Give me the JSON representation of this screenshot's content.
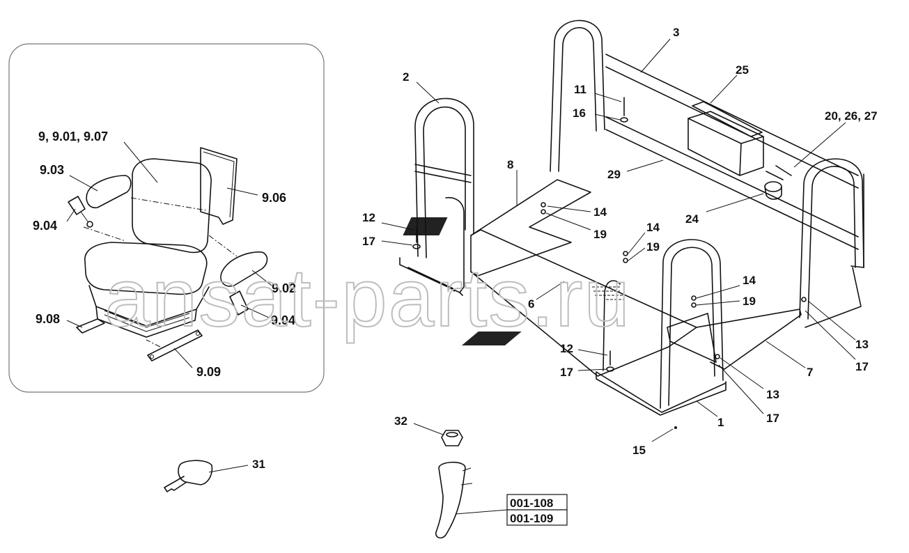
{
  "watermark": "ansat-parts.ru",
  "seat_callouts": {
    "seat": "9, 9.01, 9.07",
    "armrest_left": "9.03",
    "seatbelt_left": "9.04",
    "backrest_cover": "9.06",
    "armrest_right": "9.02",
    "seatbelt_right": "9.04",
    "adjust_lever": "9.08",
    "mount_bracket": "9.09"
  },
  "frame_callouts": {
    "rail_rear": "3",
    "guard_left": "2",
    "tool_box": "25",
    "bolt_11": "11",
    "washer_16": "16",
    "group_20_26_27": "20, 26, 27",
    "floor_plate_8": "8",
    "bar_29": "29",
    "cap_24": "24",
    "bolt_14_a": "14",
    "washer_19_a": "19",
    "bolt_14_b": "14",
    "washer_19_b": "19",
    "bolt_12_a": "12",
    "washer_17_a": "17",
    "plate_6": "6",
    "bolt_14_c": "14",
    "washer_19_c": "19",
    "nut_13_a": "13",
    "washer_17_b": "17",
    "bolt_12_b": "12",
    "washer_17_c": "17",
    "plate_7": "7",
    "nut_13_b": "13",
    "washer_17_d": "17",
    "guard_front": "1",
    "screw_15": "15"
  },
  "loose_parts": {
    "cap_32": "32",
    "key_31": "31"
  },
  "references": [
    "001-108",
    "001-109"
  ]
}
